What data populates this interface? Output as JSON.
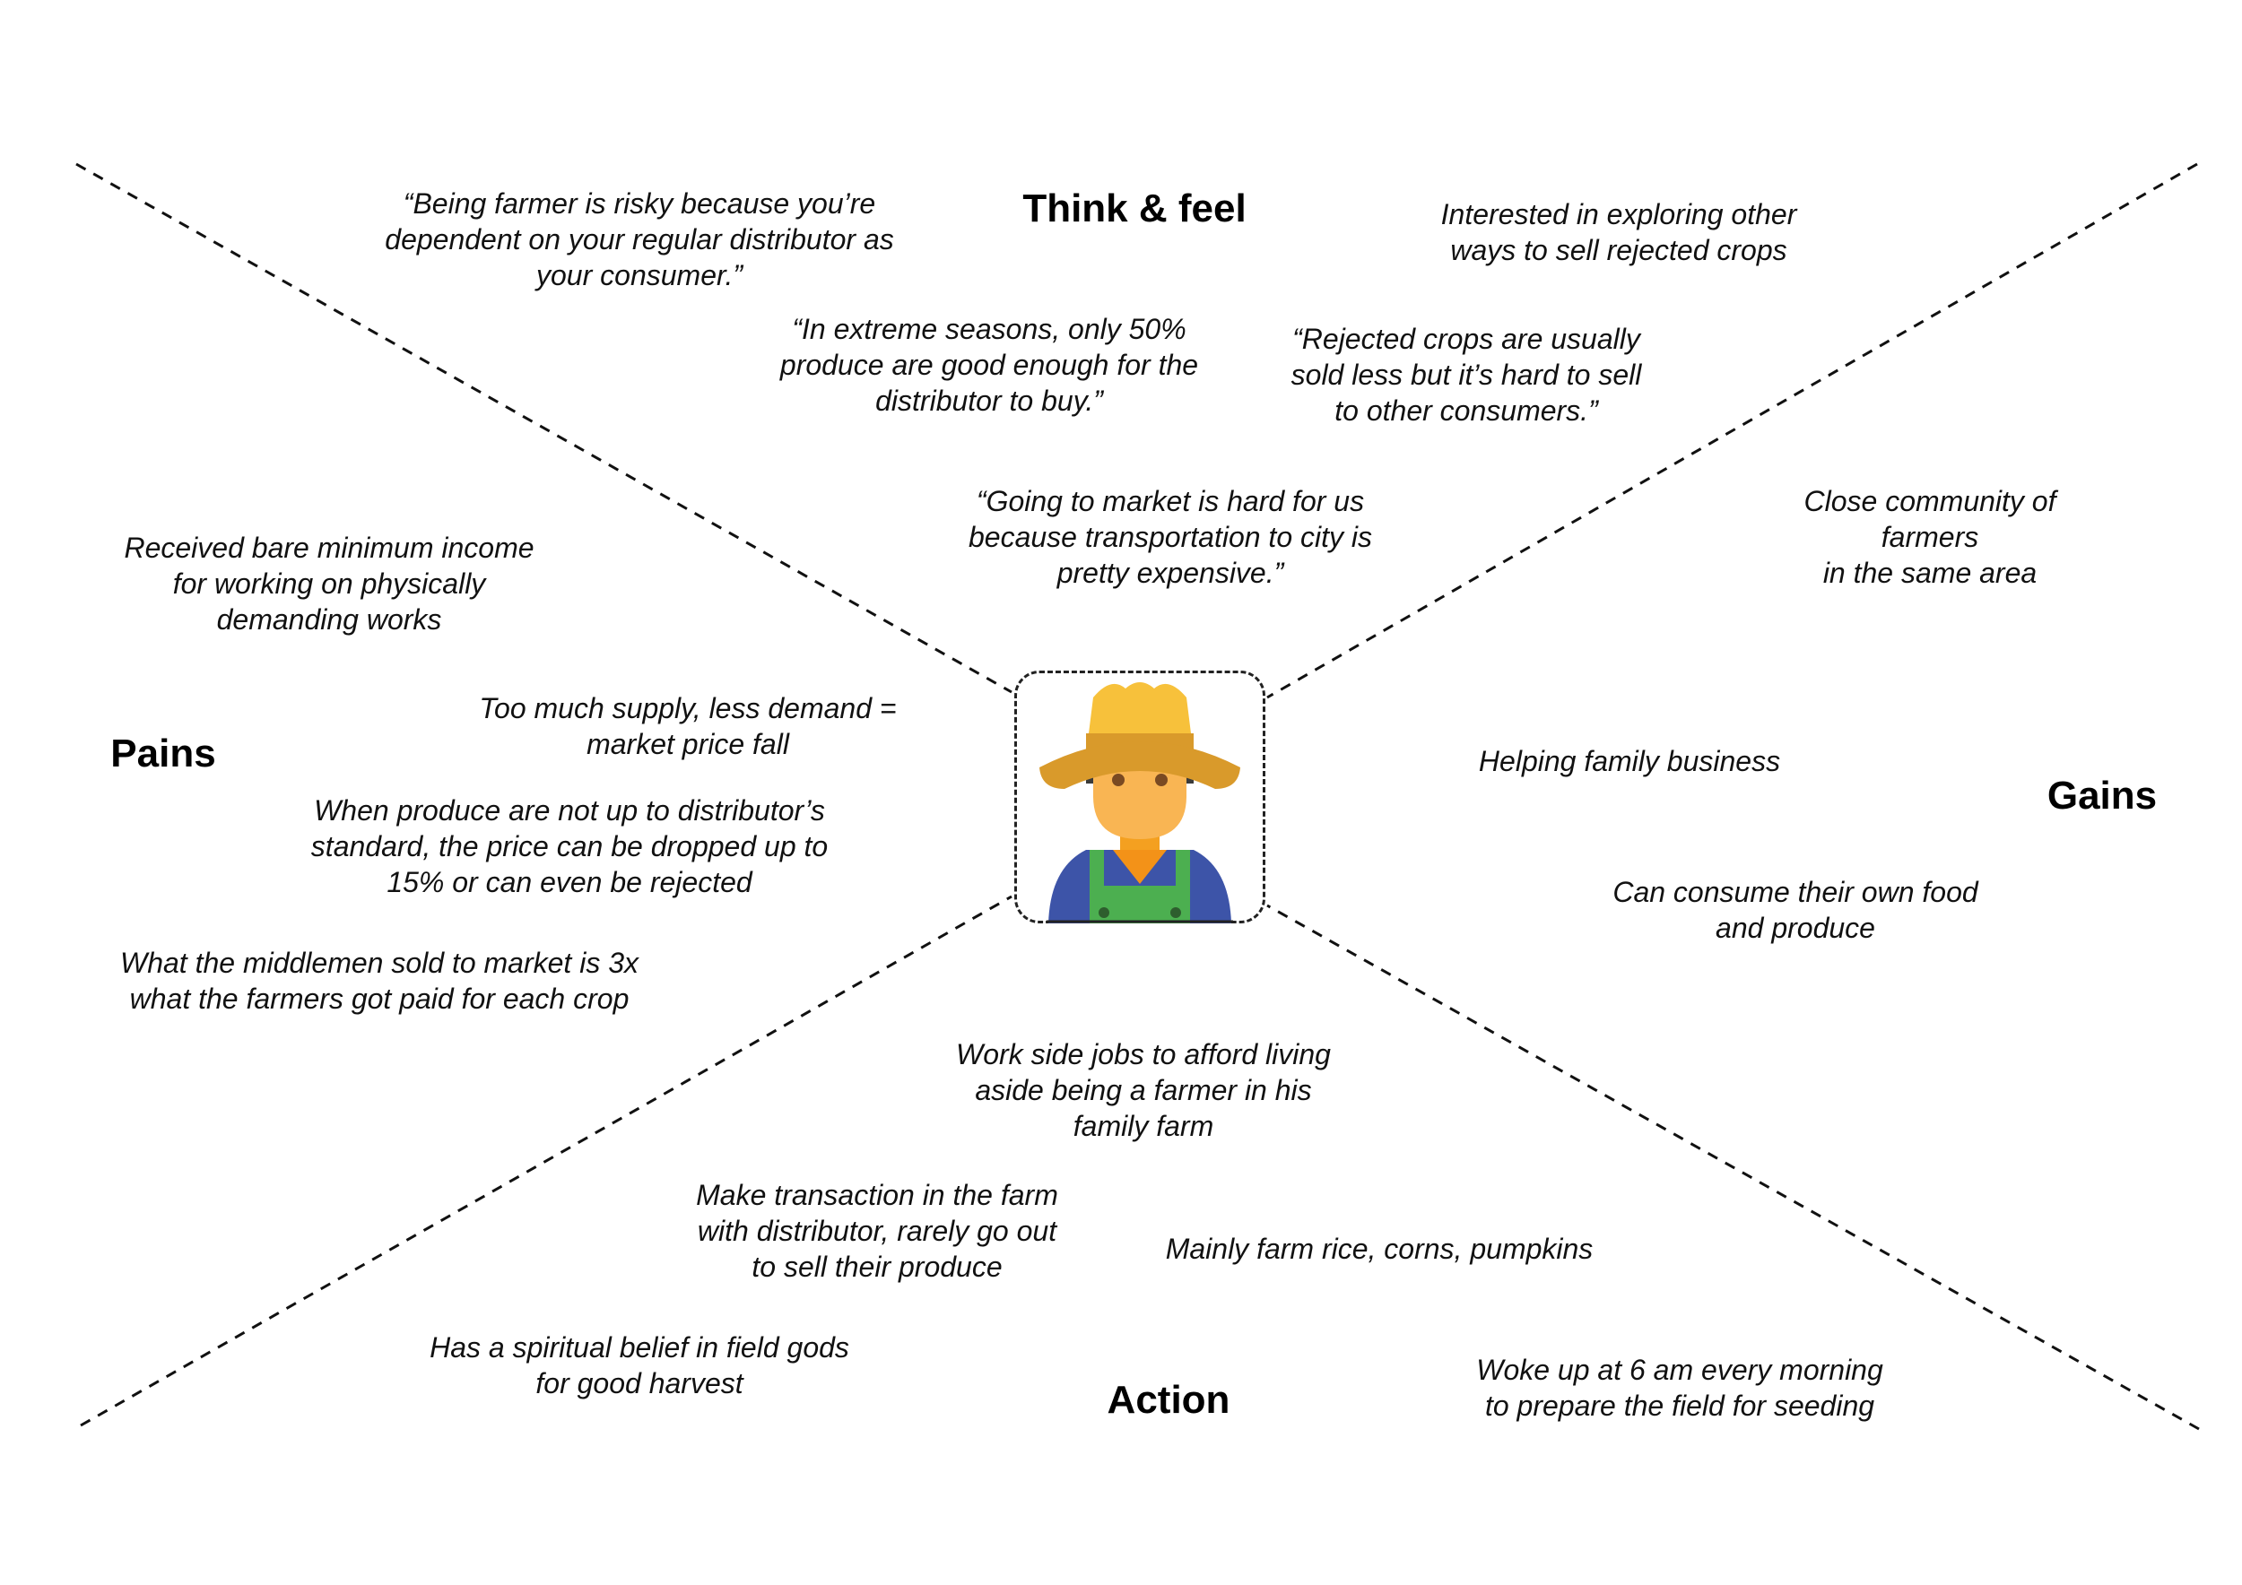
{
  "headings": {
    "think_feel": "Think & feel",
    "pains": "Pains",
    "gains": "Gains",
    "action": "Action"
  },
  "think_feel": {
    "quote_risky": "“Being farmer is risky because you’re\ndependent on your regular distributor as\nyour consumer.”",
    "quote_extreme": "“In extreme seasons, only 50%\nproduce are good enough for the\ndistributor to buy.”",
    "quote_market": "“Going to market is hard for us\nbecause transportation to city is\npretty expensive.”",
    "interested": "Interested in exploring other\nways to sell rejected crops",
    "quote_rejected": "“Rejected crops are usually\nsold less but it’s hard to sell\nto other consumers.”"
  },
  "pains": {
    "income": "Received bare minimum income\nfor working on physically\ndemanding works",
    "supply": "Too much supply, less demand =\nmarket price fall",
    "standard": "When produce are not up to distributor’s\nstandard, the price can be dropped up to\n15% or can even be rejected",
    "middlemen": "What the middlemen sold to market is 3x\nwhat the farmers got paid for each crop"
  },
  "gains": {
    "community": "Close community of farmers\nin the same area",
    "family": "Helping family business",
    "consume": "Can consume their own food\nand produce"
  },
  "action": {
    "side_jobs": "Work side jobs to afford living\naside being a farmer in his\nfamily farm",
    "transaction": "Make transaction in the farm\nwith distributor, rarely go out\nto sell their produce",
    "crops": "Mainly farm rice, corns, pumpkins",
    "spiritual": "Has a spiritual belief in field gods\nfor good harvest",
    "wake": "Woke up at 6 am every morning\nto prepare the field for seeding"
  },
  "avatar": {
    "icon": "farmer-icon",
    "colors": {
      "hat": "#F7C13B",
      "hat_band": "#D99A2B",
      "skin": "#F9B553",
      "neck": "#F4A020",
      "shirt": "#F39218",
      "overalls": "#3D54A8",
      "straps": "#4CAF50"
    }
  }
}
